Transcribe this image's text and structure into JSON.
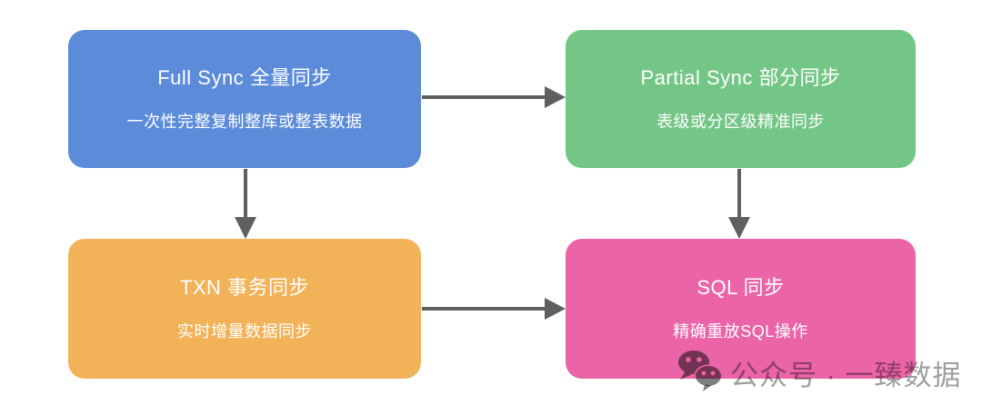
{
  "diagram": {
    "background": "#ffffff",
    "arrow_color": "#5f5f5f",
    "nodes": [
      {
        "id": "full-sync",
        "title": "Full Sync 全量同步",
        "subtitle": "一次性完整复制整库或整表数据",
        "color": "#5b8bd9"
      },
      {
        "id": "partial-sync",
        "title": "Partial Sync 部分同步",
        "subtitle": "表级或分区级精准同步",
        "color": "#74c686"
      },
      {
        "id": "txn-sync",
        "title": "TXN 事务同步",
        "subtitle": "实时增量数据同步",
        "color": "#f2b258"
      },
      {
        "id": "sql-sync",
        "title": "SQL 同步",
        "subtitle": "精确重放SQL操作",
        "color": "#ea64a7"
      }
    ],
    "edges": [
      {
        "from": "full-sync",
        "to": "partial-sync",
        "direction": "right"
      },
      {
        "from": "full-sync",
        "to": "txn-sync",
        "direction": "down"
      },
      {
        "from": "partial-sync",
        "to": "sql-sync",
        "direction": "down"
      },
      {
        "from": "txn-sync",
        "to": "sql-sync",
        "direction": "right"
      }
    ]
  },
  "watermark": {
    "icon": "wechat-icon",
    "text": "公众号 · 一臻数据"
  }
}
